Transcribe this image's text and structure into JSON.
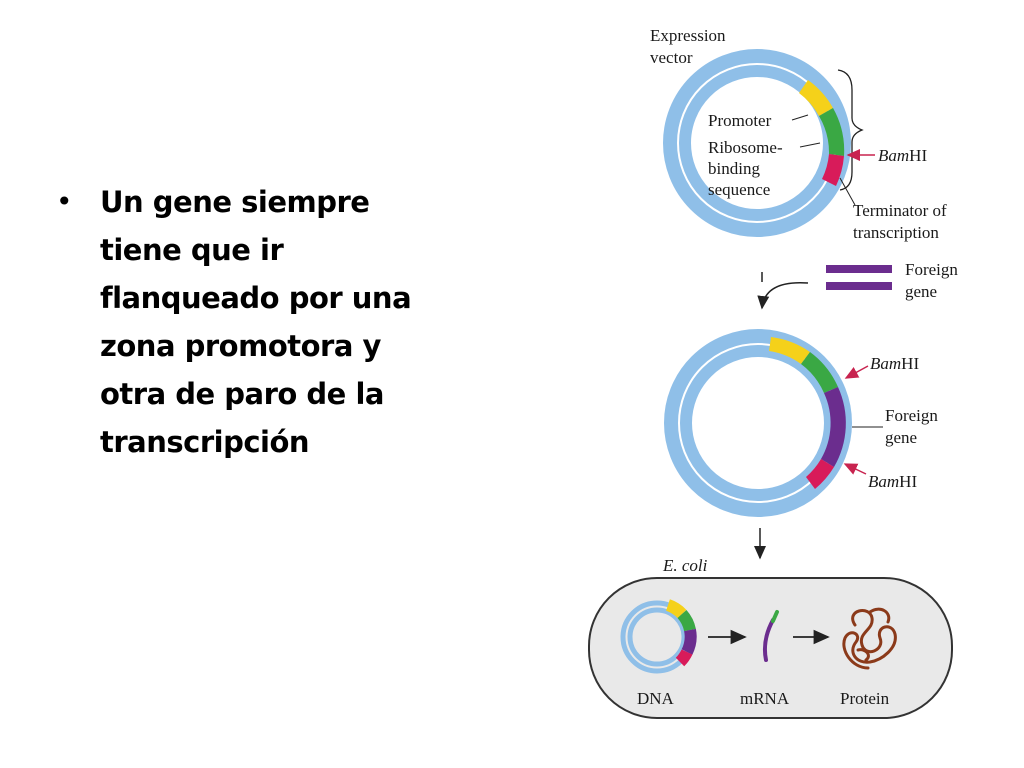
{
  "slide": {
    "bullet": "Un gene siempre\ntiene que ir\nflanqueado por una\nzona promotora y\notra de paro de la\ntranscripción"
  },
  "diagram": {
    "expression_vector_line1": "Expression",
    "expression_vector_line2": "vector",
    "promoter": "Promoter",
    "rbs_line1": "Ribosome-",
    "rbs_line2": "binding",
    "rbs_line3": "sequence",
    "bamhi_prefix": "Bam",
    "bamhi_suffix": "HI",
    "terminator_line1": "Terminator of",
    "terminator_line2": "transcription",
    "foreign_gene_line1": "Foreign",
    "foreign_gene_line2": "gene",
    "ecoli": "E. coli",
    "dna": "DNA",
    "mrna": "mRNA",
    "protein": "Protein"
  },
  "colors": {
    "plasmid": "#8fbfe8",
    "promoter": "#f5d11a",
    "rbs": "#3aa844",
    "terminator": "#d81b5a",
    "foreign_gene": "#6b2d8e",
    "arrow_red": "#c8234f",
    "protein": "#8b3a1a"
  }
}
